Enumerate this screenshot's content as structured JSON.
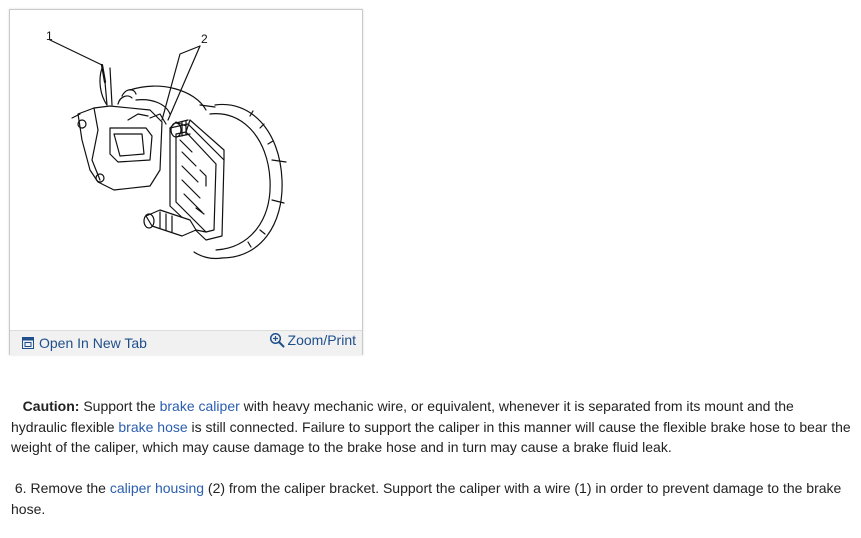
{
  "figure": {
    "callouts": [
      "1",
      "2"
    ],
    "open_tab_label": "Open In New Tab",
    "zoom_print_label": "Zoom/Print",
    "open_tab_icon": "open-new-tab-icon",
    "zoom_icon": "magnifier-icon"
  },
  "caution": {
    "label": "Caution:",
    "t1": " Support the ",
    "link1": "brake caliper",
    "t2": " with heavy mechanic wire, or equivalent, whenever it is separated from its mount and the hydraulic flexible ",
    "link2": "brake hose",
    "t3": " is still connected. Failure to support the caliper in this manner will cause the flexible brake hose to bear the weight of the caliper, which may cause damage to the brake hose and in turn may cause a brake fluid leak."
  },
  "step": {
    "number": "6.",
    "t1": " Remove the ",
    "link1": "caliper housing",
    "t2": " (2) from the caliper bracket. Support the caliper with a wire (1) in order to prevent damage to the brake hose."
  },
  "colors": {
    "link": "#2a5db0",
    "footer_bg": "#f1f1f1"
  }
}
